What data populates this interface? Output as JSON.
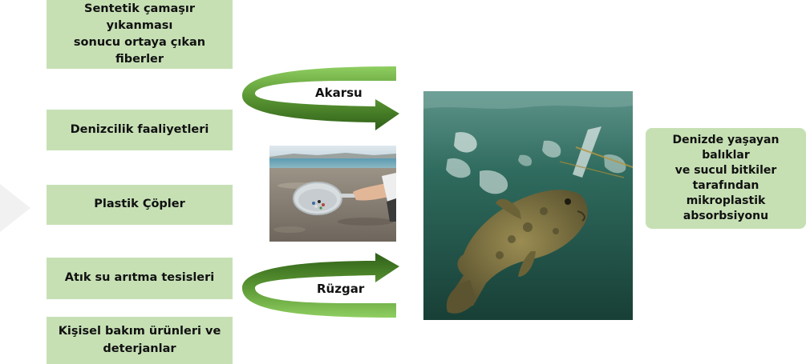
{
  "sources": [
    {
      "id": "src1",
      "lines": [
        "Sentetik çamaşır yıkanması",
        "sonucu ortaya çıkan fiberler"
      ]
    },
    {
      "id": "src2",
      "lines": [
        "Denizcilik faaliyetleri"
      ]
    },
    {
      "id": "src3",
      "lines": [
        "Plastik Çöpler"
      ]
    },
    {
      "id": "src4",
      "lines": [
        "Atık su arıtma tesisleri"
      ]
    },
    {
      "id": "src5",
      "lines": [
        "Kişisel bakım ürünleri ve",
        "deterjanlar"
      ]
    }
  ],
  "arrows": {
    "top_label": "Akarsu",
    "bottom_label": "Rüzgar"
  },
  "result": {
    "lines": [
      "Denizde yaşayan balıklar",
      "ve sucul bitkiler",
      "tarafından mikroplastik",
      "absorbsiyonu"
    ]
  },
  "colors": {
    "box_fill": "#c6e0b4",
    "arrow_dark": "#3b7020",
    "arrow_light": "#8fce61",
    "water_deep": "#1c4d42",
    "water_light": "#5f948a",
    "fish": "#7b6f3e"
  }
}
